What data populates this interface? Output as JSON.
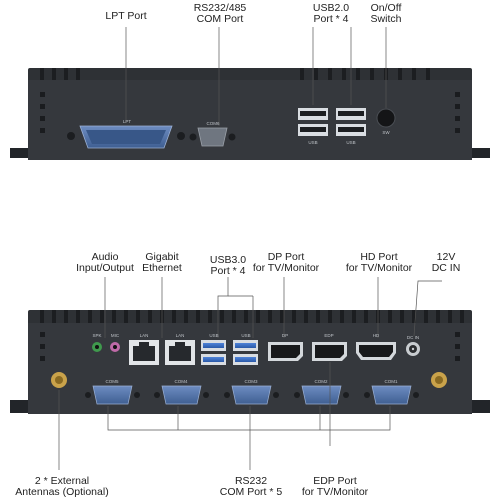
{
  "top_panel": {
    "callouts": {
      "lpt": [
        "LPT Port"
      ],
      "com": [
        "RS232/485",
        "COM Port"
      ],
      "usb": [
        "USB2.0",
        "Port * 4"
      ],
      "switch": [
        "On/Off",
        "Switch"
      ]
    },
    "silkscreen": {
      "lpt": "LPT",
      "com": "COM6",
      "usb_left": "USB",
      "usb_right": "USB",
      "sw": "SW"
    }
  },
  "bottom_panel": {
    "callouts": {
      "audio": [
        "Audio",
        "Input/Output"
      ],
      "gigabit": [
        "Gigabit",
        "Ethernet"
      ],
      "usb3": [
        "USB3.0",
        "Port * 4"
      ],
      "dp": [
        "DP Port",
        "for TV/Monitor"
      ],
      "hd": [
        "HD Port",
        "for TV/Monitor"
      ],
      "dcin": [
        "12V",
        "DC IN"
      ],
      "antennas": [
        "2 * External",
        "Antennas (Optional)"
      ],
      "rs232": [
        "RS232",
        "COM Port * 5"
      ],
      "edp": [
        "EDP Port",
        "for TV/Monitor"
      ]
    },
    "silkscreen": {
      "spk": "SPK",
      "mic": "MIC",
      "lan1": "LAN",
      "lan2": "LAN",
      "usb1": "USB",
      "usb2": "USB",
      "dp": "DP",
      "edp": "EDP",
      "hd": "HD",
      "dcin": "DC IN",
      "com5": "COM5",
      "com4": "COM4",
      "com3": "COM3",
      "com2": "COM2",
      "com1": "COM1"
    }
  }
}
